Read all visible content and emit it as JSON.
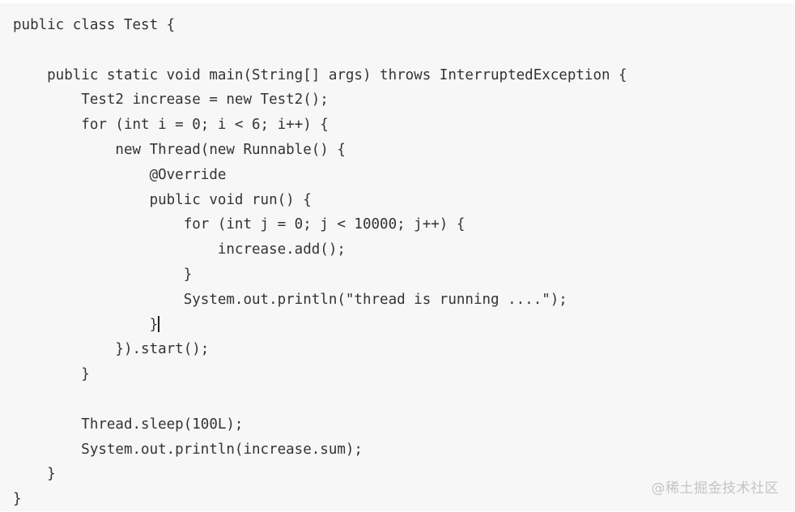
{
  "code": {
    "lines": [
      "public class Test {",
      "",
      "    public static void main(String[] args) throws InterruptedException {",
      "        Test2 increase = new Test2();",
      "        for (int i = 0; i < 6; i++) {",
      "            new Thread(new Runnable() {",
      "                @Override",
      "                public void run() {",
      "                    for (int j = 0; j < 10000; j++) {",
      "                        increase.add();",
      "                    }",
      "                    System.out.println(\"thread is running ....\");",
      "                }",
      "            }).start();",
      "        }",
      "",
      "        Thread.sleep(100L);",
      "        System.out.println(increase.sum);",
      "    }",
      "}"
    ],
    "caret_line": 12
  },
  "watermark": {
    "text": "@稀土掘金技术社区"
  }
}
